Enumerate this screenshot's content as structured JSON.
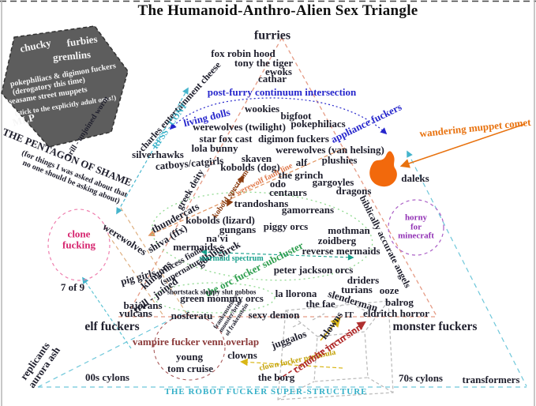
{
  "title": "The Humanoid-Anthro-Alien Sex Triangle",
  "pentagon": {
    "chucky": "chucky",
    "furbies": "furbies",
    "gremlins": "gremlins",
    "pokephiliacs_line": "pokephiliacs & digimon fuckers",
    "derogatory": "(derogatory this time)",
    "seasame": "seasame street muppets",
    "stick": "(stick to the explicitly adult ones!)",
    "mlp": "MLP",
    "caption_title": "THE PENTAGON OF SHAME",
    "caption_sub": "(for things I was asked about that\nno one should be asking about)",
    "edge": "trill - unjoined worm"
  },
  "labels": {
    "furries": "furries",
    "fox_robin_hood": "fox robin hood",
    "tony_the_tiger": "tony the tiger",
    "ewoks": "ewoks",
    "cathar": "cathar",
    "post_furry": "post-furry continuum intersection",
    "living_dolls": "living dolls",
    "wookies": "wookies",
    "bigfoot": "bigfoot",
    "charles": "charles entertainment cheese",
    "rfss_cont": "RFSS - CONT",
    "werewolves_twilight": "werewolves (twilight)",
    "pokephiliacs": "pokephiliacs",
    "star_fox_cast": "star fox cast",
    "digimon_fuckers": "digimon fuckers",
    "lola_bunny": "lola bunny",
    "werewolves_van_helsing": "werewolves (van helsing)",
    "silverhawks": "silverhawks",
    "catboys": "catboys/catgirls",
    "skaven": "skaven",
    "kobolds_dog": "kobolds (dog)",
    "alf": "alf",
    "plushies": "plushies",
    "the_grinch": "the grinch",
    "odo": "odo",
    "gargoyles": "gargoyles",
    "centaurs": "centaurs",
    "dragons": "dragons",
    "daleks": "daleks",
    "wandering_muppet_comet": "wandering muppet comet",
    "appliance_fuckers": "appliance fuckers",
    "greek_deity": "greek deity",
    "thundercats": "thundercats",
    "kobold_spectrum": "kobold spectrum",
    "werewolf_fault_line": "werewolf fault line",
    "trandoshans": "trandoshans",
    "gamorreans": "gamorreans",
    "kobolds_lizard": "kobolds (lizard)",
    "gungans": "gungans",
    "piggy_orcs": "piggy orcs",
    "werewolves": "werewolves",
    "shiva_ffx": "shiva (ffx)",
    "mermaids": "mermaids",
    "navi": "na'vi",
    "goblins": "goblins",
    "shrek": "shrek",
    "princess_fiona": "princess fiona\n(supernatural)",
    "klingons": "klingons",
    "pig_girls": "pig girls",
    "mothman": "mothman",
    "zoidberg": "zoidberg",
    "reverse_mermaids": "reverse mermaids",
    "mermaid_spectrum": "mermaid spectrum",
    "orc_subcluster": "the orc fucker subcluster",
    "peter_jackson_orcs": "peter jackson orcs",
    "horny_minecraft": "horny\nfor\nminecraft",
    "clone_fucking": "clone\nfucking",
    "seven_of_nine": "7 of 9",
    "biblically": "biblically accurate angels",
    "driders": "driders",
    "turians": "turians",
    "ooze": "ooze",
    "shortstack": "shortstack sloppy slut gobbos",
    "green_mommy_orcs": "green mommy orcs",
    "la_llorona": "la llorona",
    "the_fae": "the fae",
    "slenderman": "slenderman",
    "balrog": "balrog",
    "eldritch_horror": "eldritch horror",
    "it_label": "IT",
    "sexy_demon": "sexy demon",
    "nosferatu": "nosferatu",
    "frankenstein": "frankenstein's\nmonster/bride\nof frakenstein",
    "trill_joined": "trill - joined",
    "bajorans": "bajorans",
    "vulcans": "vulcans",
    "elf_fuckers": "elf fuckers",
    "monster_fuckers": "monster fuckers",
    "klowns": "klowns",
    "juggalos": "juggalos",
    "clown_peninsula": "clown fucker peninsula",
    "cenobite": "cenobite incursion",
    "vampire_overlap": "vampire fucker venn overlap",
    "young": "young",
    "tom_cruise": "tom cruise",
    "clowns": "clowns",
    "the_borg": "the borg",
    "cylons_00s": "00s cylons",
    "cylons_70s": "70s cylons",
    "transformers": "transformers",
    "robot_structure": "THE ROBOT FUCKER SUPER-STRUCTURE",
    "replicants": "replicants\naurora ash"
  },
  "colors": {
    "triangle_edge": "#e59b85",
    "blue_label": "#2626cc",
    "cyan_label": "#35b0c8",
    "orange_comet": "#f2690c",
    "green_cluster": "#2f9e4f",
    "teal_spectrum": "#17a08c",
    "magenta_circle": "#d6246e",
    "purple_circle": "#9232b5",
    "dark_red": "#b02828",
    "gold": "#c2a002",
    "pentagon_fill": "#5d5d5d",
    "robot_structure_line": "#6ec7da"
  }
}
